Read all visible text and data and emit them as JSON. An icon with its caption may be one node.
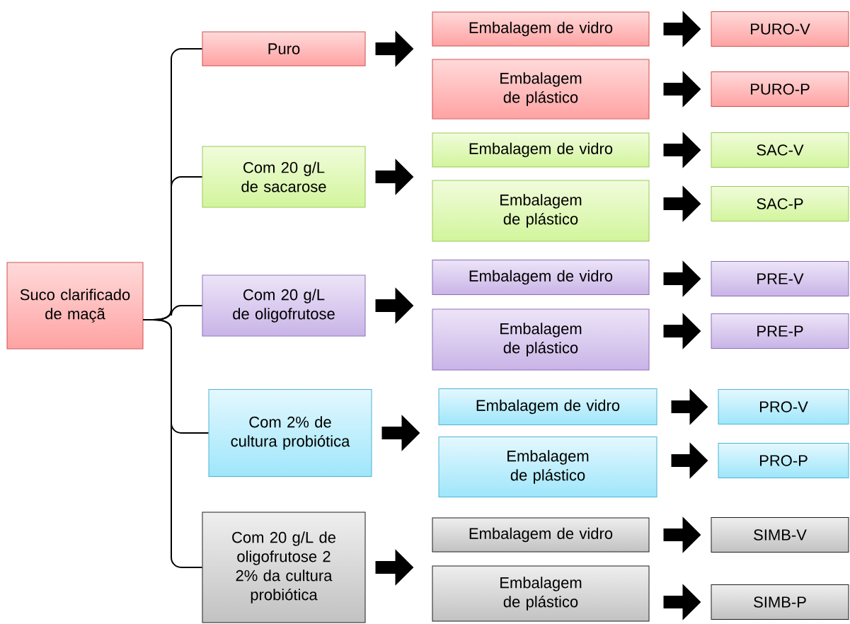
{
  "diagram": {
    "nodes": [
      {
        "text": [
          "Suco clarificado de maçã"
        ]
      },
      {
        "text": [
          "Puro"
        ]
      },
      {
        "text": [
          "Embalagem de vidro"
        ]
      },
      {
        "text": [
          "Embalagem de plástico"
        ]
      },
      {
        "text": [
          "PURO-V"
        ]
      },
      {
        "text": [
          "PURO-P"
        ]
      },
      {
        "text": [
          "Com 20 g/L de sacarose"
        ]
      },
      {
        "text": [
          "Embalagem de vidro"
        ]
      },
      {
        "text": [
          "Embalagem de plástico"
        ]
      },
      {
        "text": [
          "SAC-V"
        ]
      },
      {
        "text": [
          "SAC-P"
        ]
      },
      {
        "text": [
          "Com 20 g/L de oligofrutose"
        ]
      },
      {
        "text": [
          "Embalagem de vidro"
        ]
      },
      {
        "text": [
          "Embalagem de plástico"
        ]
      },
      {
        "text": [
          "PRE-V"
        ]
      },
      {
        "text": [
          "PRE-P"
        ]
      },
      {
        "text": [
          "Com 2% de cultura probiótica"
        ]
      },
      {
        "text": [
          "Embalagem de vidro"
        ]
      },
      {
        "text": [
          "Embalagem de plástico"
        ]
      },
      {
        "text": [
          "PRO-V"
        ]
      },
      {
        "text": [
          "PRO-P"
        ]
      },
      {
        "text": [
          "Com 20 g/L de oligofrutose 2 2% da cultura probiótica"
        ]
      },
      {
        "text": [
          "Embalagem de vidro"
        ]
      },
      {
        "text": [
          "Embalagem de plástico"
        ]
      },
      {
        "text": [
          "SIMB-V"
        ]
      },
      {
        "text": [
          "SIMB-P"
        ]
      }
    ],
    "edges": [
      {
        "from": 0,
        "to": 1,
        "arrow": "none"
      },
      {
        "from": 1,
        "to": 2,
        "arrow": "to"
      },
      {
        "from": 1,
        "to": 3,
        "arrow": "to"
      },
      {
        "from": 2,
        "to": 4,
        "arrow": "to"
      },
      {
        "from": 3,
        "to": 5,
        "arrow": "to"
      },
      {
        "from": 0,
        "to": 6,
        "arrow": "none"
      },
      {
        "from": 6,
        "to": 7,
        "arrow": "to"
      },
      {
        "from": 6,
        "to": 8,
        "arrow": "to"
      },
      {
        "from": 7,
        "to": 9,
        "arrow": "to"
      },
      {
        "from": 8,
        "to": 10,
        "arrow": "to"
      },
      {
        "from": 0,
        "to": 11,
        "arrow": "none"
      },
      {
        "from": 11,
        "to": 12,
        "arrow": "to"
      },
      {
        "from": 11,
        "to": 13,
        "arrow": "to"
      },
      {
        "from": 12,
        "to": 14,
        "arrow": "to"
      },
      {
        "from": 13,
        "to": 15,
        "arrow": "to"
      },
      {
        "from": 0,
        "to": 16,
        "arrow": "none"
      },
      {
        "from": 16,
        "to": 17,
        "arrow": "to"
      },
      {
        "from": 16,
        "to": 18,
        "arrow": "to"
      },
      {
        "from": 17,
        "to": 19,
        "arrow": "to"
      },
      {
        "from": 18,
        "to": 20,
        "arrow": "to"
      },
      {
        "from": 0,
        "to": 21,
        "arrow": "none"
      },
      {
        "from": 21,
        "to": 22,
        "arrow": "to"
      },
      {
        "from": 21,
        "to": 23,
        "arrow": "to"
      },
      {
        "from": 22,
        "to": 24,
        "arrow": "to"
      },
      {
        "from": 23,
        "to": 25,
        "arrow": "to"
      }
    ]
  }
}
